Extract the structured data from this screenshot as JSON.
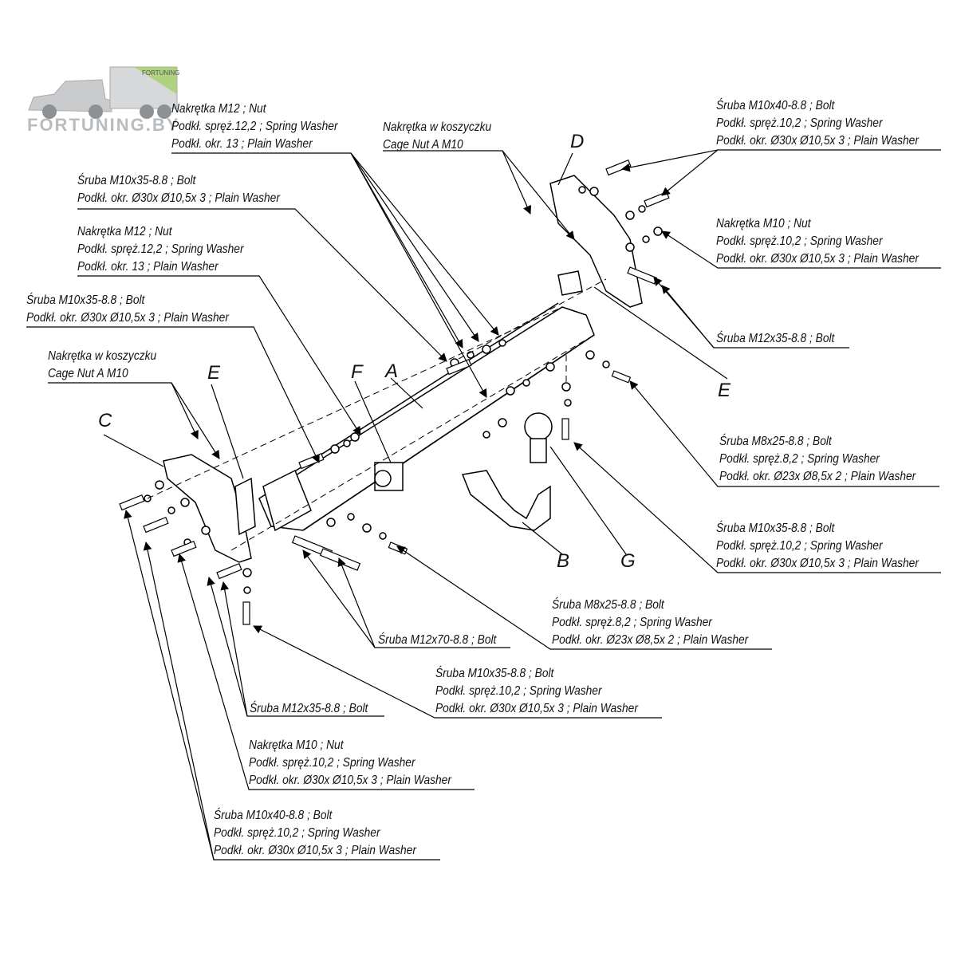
{
  "logo": {
    "text": "FORTUNING.BY",
    "truck_text": "FORTUNING"
  },
  "callouts": [
    {
      "id": "nut-m12-top",
      "lines": [
        "Nakrętka  M12 ; Nut",
        "Podkł. spręż.12,2 ; Spring Washer",
        "Podkł. okr. 13 ; Plain Washer"
      ]
    },
    {
      "id": "cage-nut-top",
      "lines": [
        "Nakrętka w koszyczku",
        "Cage Nut A M10"
      ]
    },
    {
      "id": "bolt-m10x40-right",
      "lines": [
        "Śruba M10x40-8.8 ;  Bolt",
        "Podkł. spręż.10,2 ; Spring Washer",
        "Podkł. okr.  Ø30x Ø10,5x 3 ; Plain Washer"
      ]
    },
    {
      "id": "bolt-m10x35-upper-left",
      "lines": [
        "Śruba M10x35-8.8 ;  Bolt",
        "Podkł. okr.  Ø30x Ø10,5x 3 ; Plain Washer"
      ]
    },
    {
      "id": "nut-m12-left",
      "lines": [
        "Nakrętka  M12 ; Nut",
        "Podkł. spręż.12,2 ; Spring Washer",
        "Podkł. okr. 13 ; Plain Washer"
      ]
    },
    {
      "id": "nut-m10-right",
      "lines": [
        "Nakrętka  M10 ; Nut",
        "Podkł. spręż.10,2 ; Spring Washer",
        "Podkł. okr.  Ø30x Ø10,5x 3 ; Plain Washer"
      ]
    },
    {
      "id": "bolt-m10x35-left",
      "lines": [
        "Śruba M10x35-8.8 ;  Bolt",
        "Podkł. okr.  Ø30x Ø10,5x 3 ; Plain Washer"
      ]
    },
    {
      "id": "bolt-m12x35-right",
      "lines": [
        "Śruba M12x35-8.8 ;  Bolt"
      ]
    },
    {
      "id": "cage-nut-left",
      "lines": [
        "Nakrętka w koszyczku",
        "Cage Nut A M10"
      ]
    },
    {
      "id": "bolt-m8x25-right",
      "lines": [
        "Śruba M8x25-8.8 ;  Bolt",
        "Podkł. spręż.8,2 ; Spring Washer",
        "Podkł. okr.  Ø23x Ø8,5x 2 ; Plain Washer"
      ]
    },
    {
      "id": "bolt-m10x35-right",
      "lines": [
        "Śruba M10x35-8.8 ;  Bolt",
        "Podkł. spręż.10,2 ; Spring Washer",
        "Podkł. okr.  Ø30x Ø10,5x 3 ; Plain Washer"
      ]
    },
    {
      "id": "bolt-m8x25-center",
      "lines": [
        "Śruba M8x25-8.8 ;  Bolt",
        "Podkł. spręż.8,2 ; Spring Washer",
        "Podkł. okr.  Ø23x Ø8,5x 2 ; Plain Washer"
      ]
    },
    {
      "id": "bolt-m12x70",
      "lines": [
        "Śruba M12x70-8.8 ;  Bolt"
      ]
    },
    {
      "id": "bolt-m10x35-center",
      "lines": [
        "Śruba M10x35-8.8 ;  Bolt",
        "Podkł. spręż.10,2 ; Spring Washer",
        "Podkł. okr.  Ø30x Ø10,5x 3 ; Plain Washer"
      ]
    },
    {
      "id": "bolt-m12x35-left",
      "lines": [
        "Śruba M12x35-8.8 ;  Bolt"
      ]
    },
    {
      "id": "nut-m10-left",
      "lines": [
        "Nakrętka  M10 ; Nut",
        "Podkł. spręż.10,2 ; Spring Washer",
        "Podkł. okr.  Ø30x Ø10,5x 3 ; Plain Washer"
      ]
    },
    {
      "id": "bolt-m10x40-left",
      "lines": [
        "Śruba M10x40-8.8 ;  Bolt",
        "Podkł. spręż.10,2 ; Spring Washer",
        "Podkł. okr.  Ø30x Ø10,5x 3 ; Plain Washer"
      ]
    }
  ],
  "part_letters": [
    "A",
    "B",
    "C",
    "D",
    "E",
    "E",
    "F",
    "G"
  ]
}
